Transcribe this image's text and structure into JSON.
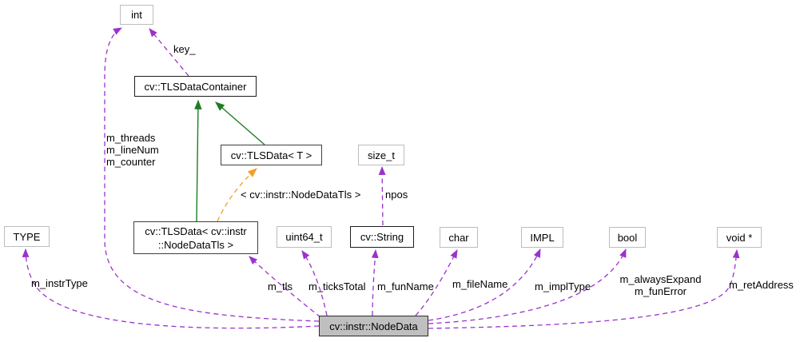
{
  "diagram_type": "class-collaboration-graph",
  "colors": {
    "usage": "#9a32cd",
    "inheritance": "#1e7d22",
    "template": "#efa126",
    "current_node_fill": "#bfbfbf"
  },
  "nodes": {
    "int": {
      "label": "int"
    },
    "tlsContainer": {
      "label": "cv::TLSDataContainer"
    },
    "tlsDataT": {
      "label": "cv::TLSData< T >"
    },
    "sizeT": {
      "label": "size_t"
    },
    "tlsDataNode": {
      "label": "cv::TLSData< cv::instr\n::NodeDataTls >"
    },
    "type": {
      "label": "TYPE"
    },
    "uint64": {
      "label": "uint64_t"
    },
    "string": {
      "label": "cv::String"
    },
    "char": {
      "label": "char"
    },
    "impl": {
      "label": "IMPL"
    },
    "bool": {
      "label": "bool"
    },
    "voidPtr": {
      "label": "void *"
    },
    "nodeData": {
      "label": "cv::instr::NodeData"
    }
  },
  "edge_labels": {
    "key": "key_",
    "counters": "m_threads\nm_lineNum\nm_counter",
    "templateArgs": "< cv::instr::NodeDataTls >",
    "npos": "npos",
    "instrType": "m_instrType",
    "tls": "m_tls",
    "ticksTotal": "m_ticksTotal",
    "funName": "m_funName",
    "fileName": "m_fileName",
    "implType": "m_implType",
    "expandError": "m_alwaysExpand\nm_funError",
    "retAddress": "m_retAddress"
  }
}
